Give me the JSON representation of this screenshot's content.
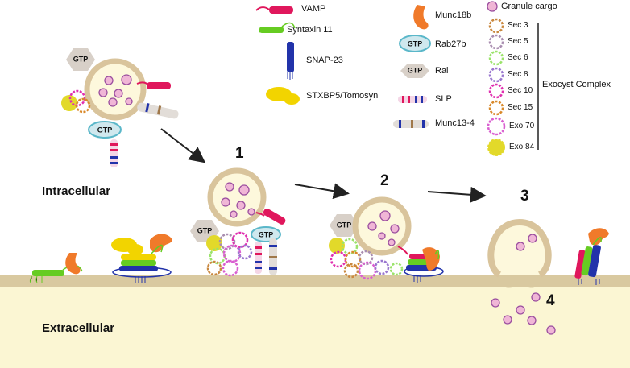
{
  "legend": {
    "vamp": "VAMP",
    "syntaxin11": "Syntaxin 11",
    "snap23": "SNAP-23",
    "stxbp5": "STXBP5/Tomosyn",
    "munc18b": "Munc18b",
    "rab27b": "Rab27b",
    "ral": "Ral",
    "slp": "SLP",
    "munc13_4": "Munc13-4",
    "granule_cargo": "Granule cargo",
    "exocyst_title": "Exocyst Complex",
    "exocyst": [
      "Sec 3",
      "Sec 5",
      "Sec 6",
      "Sec 8",
      "Sec 10",
      "Sec 15",
      "Exo 70",
      "Exo 84"
    ]
  },
  "gtp_label": "GTP",
  "regions": {
    "intracellular": "Intracellular",
    "extracellular": "Extracellular"
  },
  "steps": [
    "1",
    "2",
    "3",
    "4"
  ],
  "colors": {
    "vamp": "#e0175c",
    "syntaxin": "#66cc22",
    "snap23": "#2233aa",
    "stxbp5": "#f2d400",
    "munc18b": "#f07a2a",
    "rab27b_fill": "#cfe8ee",
    "rab27b_stroke": "#5ab7c9",
    "ral": "#d8d0c8",
    "membrane": "#d9c9a0",
    "extracellular": "#fbf6d3",
    "granule_fill": "#fdf8dc",
    "granule_ring": "#d9c49c",
    "cargo_fill": "#f0b6d6",
    "cargo_stroke": "#9b4f9f",
    "sec3": "#c9883f",
    "sec5": "#a98db0",
    "sec6": "#9be36b",
    "sec8": "#9a77cf",
    "sec10": "#e030b0",
    "sec15": "#d9892a",
    "exo70": "#d95fd0",
    "exo84": "#e2d92a"
  }
}
